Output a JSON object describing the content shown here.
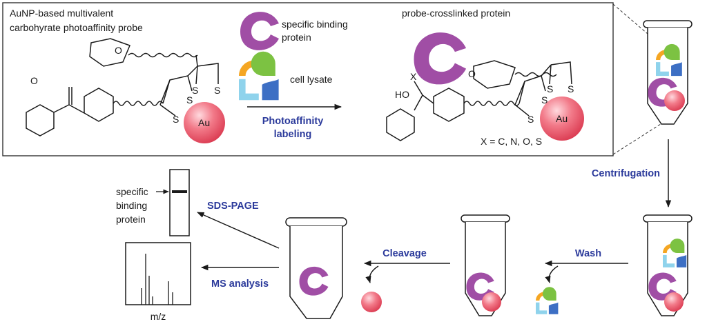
{
  "probe_label": {
    "line1": "AuNP-based multivalent",
    "line2": "carbohyrate photoaffinity probe"
  },
  "binding_label": {
    "line1": "specific binding",
    "line2": "protein"
  },
  "lysate_label": "cell lysate",
  "photo_step": {
    "line1": "Photoaffinity",
    "line2": "labeling"
  },
  "crosslinked_label": "probe-crosslinked protein",
  "x_definition": "X = C, N, O, S",
  "atoms": {
    "oxygen": "O",
    "sulfur": "S",
    "gold": "Au",
    "hydroxyl": "HO",
    "x": "X"
  },
  "steps": {
    "centrifugation": "Centrifugation",
    "wash": "Wash",
    "cleavage": "Cleavage",
    "sds_page": "SDS-PAGE",
    "ms_analysis": "MS analysis"
  },
  "gel_label": {
    "line1": "specific",
    "line2": "binding",
    "line3": "protein"
  },
  "ms_axis": "m/z",
  "colors": {
    "purple": "#a04ea5",
    "orange": "#f5a623",
    "green": "#7cc242",
    "cyan": "#8fd3ec",
    "blue": "#3d6fc4",
    "step_text": "#2b3a9b",
    "au_sphere": "#ee5b6e"
  }
}
